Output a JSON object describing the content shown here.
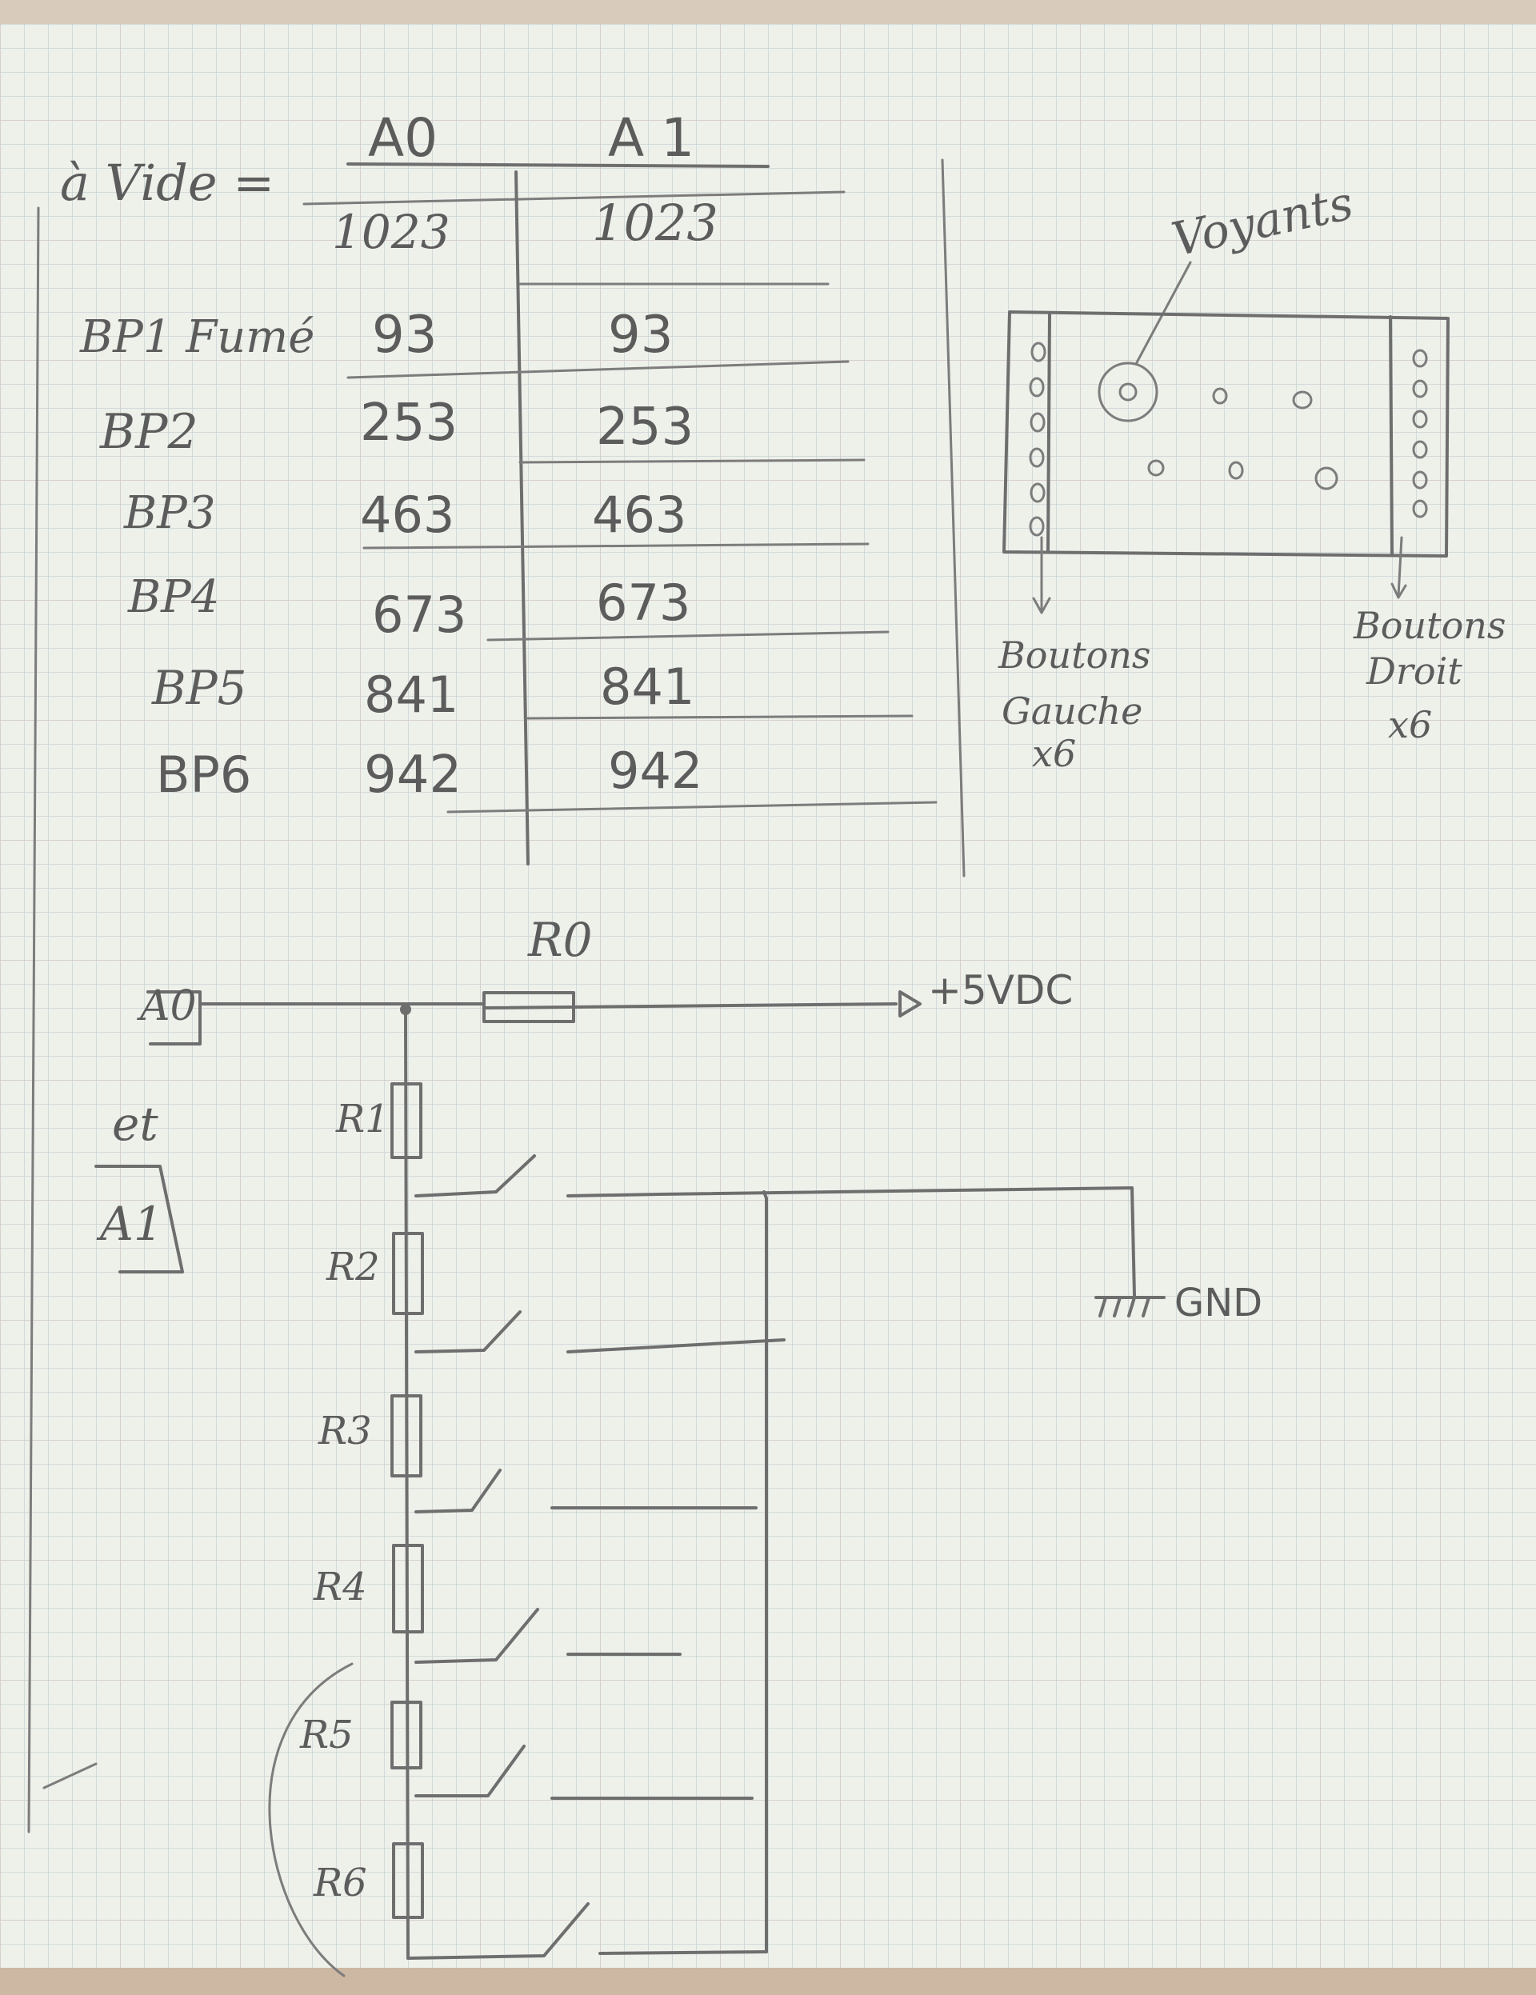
{
  "table": {
    "empty_label": "à Vide =",
    "headers": [
      "A0",
      "A 1"
    ],
    "empty_values": [
      "1023",
      "1023"
    ],
    "rows": [
      {
        "label": "BP1 Fumé",
        "a0": "93",
        "a1": "93"
      },
      {
        "label": "BP2",
        "a0": "253",
        "a1": "253"
      },
      {
        "label": "BP3",
        "a0": "463",
        "a1": "463"
      },
      {
        "label": "BP4",
        "a0": "673",
        "a1": "673"
      },
      {
        "label": "BP5",
        "a0": "841",
        "a1": "841"
      },
      {
        "label": "BP6",
        "a0": "942",
        "a1": "942"
      }
    ]
  },
  "panel": {
    "voyants_label": "Voyants",
    "left_buttons_label": [
      "Boutons",
      "Gauche",
      "x6"
    ],
    "right_buttons_label": [
      "Boutons",
      "Droit",
      "x6"
    ]
  },
  "circuit": {
    "input_label_a0": "A0",
    "and_label": "et",
    "input_label_a1": "A1",
    "r0_label": "R0",
    "supply_label": "+5VDC",
    "ground_label": "GND",
    "resistors": [
      "R1",
      "R2",
      "R3",
      "R4",
      "R5",
      "R6"
    ]
  },
  "colors": {
    "paper": "#eef0ea",
    "grid": "#c9d6d6",
    "grid_accent": "#d9bdbd",
    "pencil": "#6e6e6e",
    "background": "#d9cbbb"
  }
}
